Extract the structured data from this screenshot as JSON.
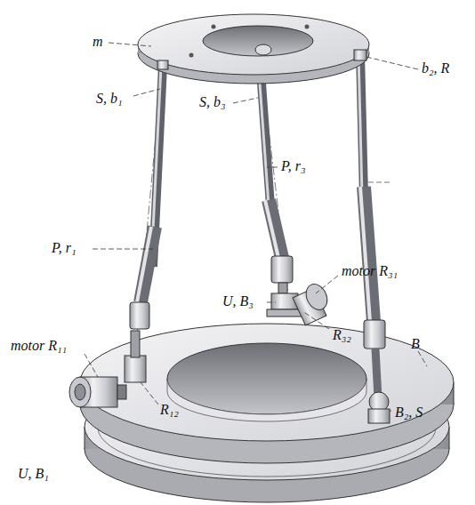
{
  "diagram": {
    "labels": [
      "m",
      "S, b₁",
      "S, b₃",
      "b₂, R",
      "P, r₃",
      "P, r₁",
      "motor R₃₁",
      "U, B₃",
      "R₃₂",
      "B",
      "motor R₁₁",
      "R₁₂",
      "U, B₁",
      "B₂, S"
    ]
  }
}
